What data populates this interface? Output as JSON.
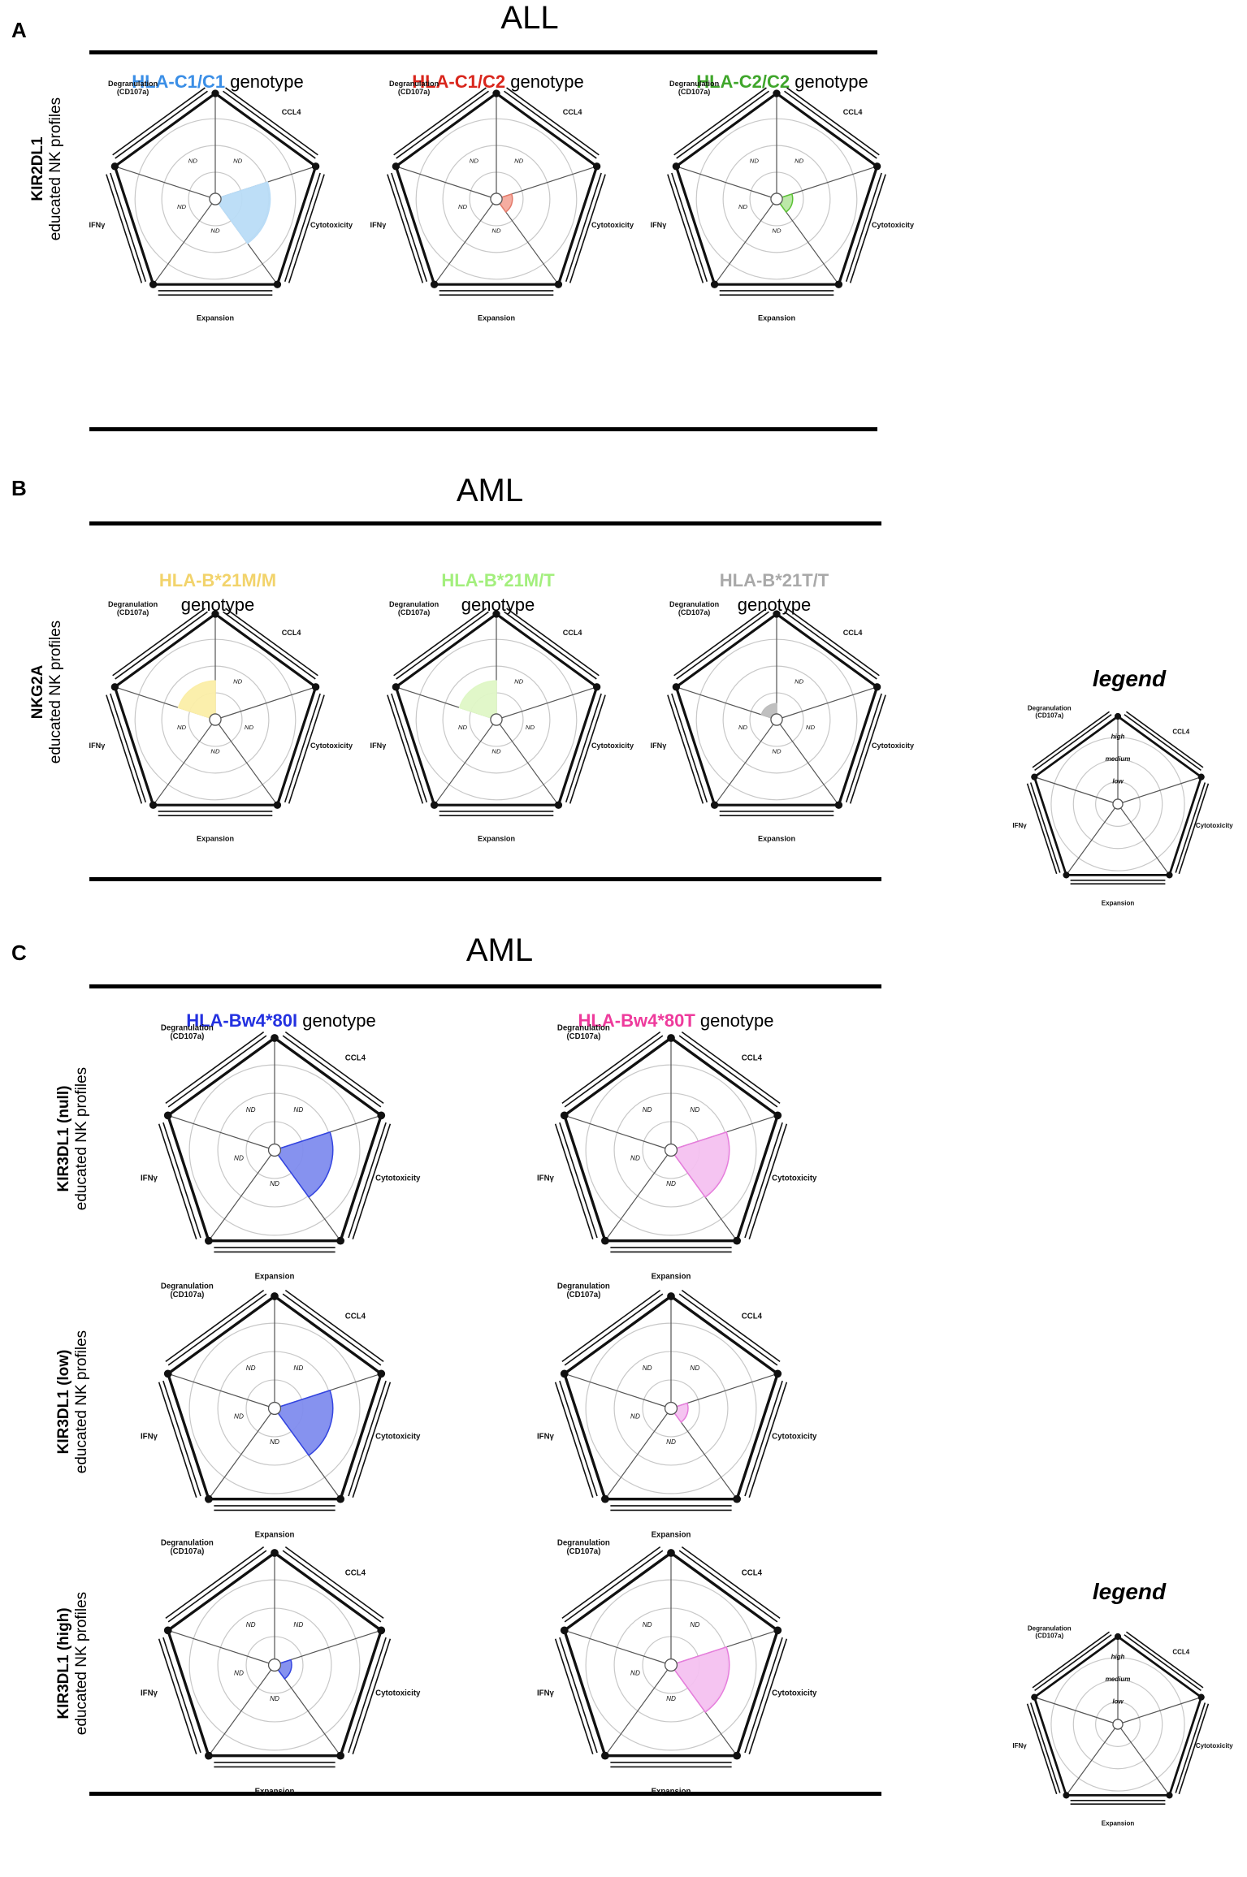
{
  "panels": [
    {
      "label": "A",
      "title": "ALL"
    },
    {
      "label": "B",
      "title": "AML"
    },
    {
      "label": "C",
      "title": "AML"
    }
  ],
  "row_labels": [
    {
      "bold": "KIR2DL1",
      "rest": "educated NK profiles"
    },
    {
      "bold": "NKG2A",
      "rest": "educated NK profiles"
    },
    {
      "bold": "KIR3DL1 (null)",
      "rest": "educated NK profiles"
    },
    {
      "bold": "KIR3DL1 (low)",
      "rest": "educated NK profiles"
    },
    {
      "bold": "KIR3DL1 (high)",
      "rest": "educated NK profiles"
    }
  ],
  "genotypes": [
    {
      "name": "HLA-C1/C1",
      "suffix": " genotype",
      "color": "#3a8ee6"
    },
    {
      "name": "HLA-C1/C2",
      "suffix": " genotype",
      "color": "#d9261c"
    },
    {
      "name": "HLA-C2/C2",
      "suffix": " genotype",
      "color": "#3fa62b"
    },
    {
      "name": "HLA-B*21M/M",
      "suffix": "genotype",
      "color": "#f2d36b"
    },
    {
      "name": "HLA-B*21M/T",
      "suffix": "genotype",
      "color": "#a3ef7d"
    },
    {
      "name": "HLA-B*21T/T",
      "suffix": "genotype",
      "color": "#a9a9a9"
    },
    {
      "name": "HLA-Bw4*80I",
      "suffix": " genotype",
      "color": "#2331e0"
    },
    {
      "name": "HLA-Bw4*80T",
      "suffix": " genotype",
      "color": "#ee3b9c"
    }
  ],
  "axes": {
    "degranulation_1": "Degranulation",
    "degranulation_2": "(CD107a)",
    "ccl4": "CCL4",
    "cytotoxicity": "Cytotoxicity",
    "expansion": "Expansion",
    "ifng": "IFNγ"
  },
  "nd": "ND",
  "legend": {
    "title": "legend",
    "high": "high",
    "medium": "medium",
    "low": "low"
  },
  "levels_scale": {
    "low": 1,
    "medium": 2,
    "high": 3
  },
  "chart_data": [
    {
      "type": "radar",
      "row": "KIR2DL1",
      "genotype": "HLA-C1/C1",
      "fill": "#b9dcf7",
      "stroke": "#b9dcf7",
      "values": {
        "ccl4": 0,
        "cytotoxicity": 2.05,
        "expansion": 0,
        "ifng": 0,
        "degranulation": 0
      }
    },
    {
      "type": "radar",
      "row": "KIR2DL1",
      "genotype": "HLA-C1/C2",
      "fill": "#f4a99c",
      "stroke": "#e37a6a",
      "values": {
        "ccl4": 0,
        "cytotoxicity": 0.6,
        "expansion": 0,
        "ifng": 0,
        "degranulation": 0
      }
    },
    {
      "type": "radar",
      "row": "KIR2DL1",
      "genotype": "HLA-C2/C2",
      "fill": "#b8e7a3",
      "stroke": "#5cc236",
      "values": {
        "ccl4": 0,
        "cytotoxicity": 0.6,
        "expansion": 0,
        "ifng": 0,
        "degranulation": 0
      }
    },
    {
      "type": "radar",
      "row": "NKG2A",
      "genotype": "HLA-B*21M/M",
      "fill": "#fbeea8",
      "stroke": "#fbeea8",
      "values": {
        "ccl4": 0,
        "cytotoxicity": 0,
        "expansion": 0,
        "ifng": 0,
        "degranulation": 1.45
      }
    },
    {
      "type": "radar",
      "row": "NKG2A",
      "genotype": "HLA-B*21M/T",
      "fill": "#dff7c6",
      "stroke": "#dff7c6",
      "values": {
        "ccl4": 0,
        "cytotoxicity": 0,
        "expansion": 0,
        "ifng": 0,
        "degranulation": 1.45
      }
    },
    {
      "type": "radar",
      "row": "NKG2A",
      "genotype": "HLA-B*21T/T",
      "fill": "#bdbdbd",
      "stroke": "#bdbdbd",
      "values": {
        "ccl4": 0,
        "cytotoxicity": 0,
        "expansion": 0,
        "ifng": 0,
        "degranulation": 0.6
      }
    },
    {
      "type": "radar",
      "row": "KIR3DL1 (null)",
      "genotype": "HLA-Bw4*80I",
      "fill": "#7f8cee",
      "stroke": "#3344e0",
      "values": {
        "ccl4": 0,
        "cytotoxicity": 2.05,
        "expansion": 0,
        "ifng": 0,
        "degranulation": 0
      }
    },
    {
      "type": "radar",
      "row": "KIR3DL1 (null)",
      "genotype": "HLA-Bw4*80T",
      "fill": "#f4c1f0",
      "stroke": "#e67ddc",
      "values": {
        "ccl4": 0,
        "cytotoxicity": 2.05,
        "expansion": 0,
        "ifng": 0,
        "degranulation": 0
      }
    },
    {
      "type": "radar",
      "row": "KIR3DL1 (low)",
      "genotype": "HLA-Bw4*80I",
      "fill": "#7f8cee",
      "stroke": "#3344e0",
      "values": {
        "ccl4": 0,
        "cytotoxicity": 2.05,
        "expansion": 0,
        "ifng": 0,
        "degranulation": 0
      }
    },
    {
      "type": "radar",
      "row": "KIR3DL1 (low)",
      "genotype": "HLA-Bw4*80T",
      "fill": "#f4c1f0",
      "stroke": "#e67ddc",
      "values": {
        "ccl4": 0,
        "cytotoxicity": 0.6,
        "expansion": 0,
        "ifng": 0,
        "degranulation": 0
      }
    },
    {
      "type": "radar",
      "row": "KIR3DL1 (high)",
      "genotype": "HLA-Bw4*80I",
      "fill": "#7f8cee",
      "stroke": "#3344e0",
      "values": {
        "ccl4": 0,
        "cytotoxicity": 0.6,
        "expansion": 0,
        "ifng": 0,
        "degranulation": 0
      }
    },
    {
      "type": "radar",
      "row": "KIR3DL1 (high)",
      "genotype": "HLA-Bw4*80T",
      "fill": "#f4c1f0",
      "stroke": "#e67ddc",
      "values": {
        "ccl4": 0,
        "cytotoxicity": 2.05,
        "expansion": 0,
        "ifng": 0,
        "degranulation": 0
      }
    }
  ]
}
